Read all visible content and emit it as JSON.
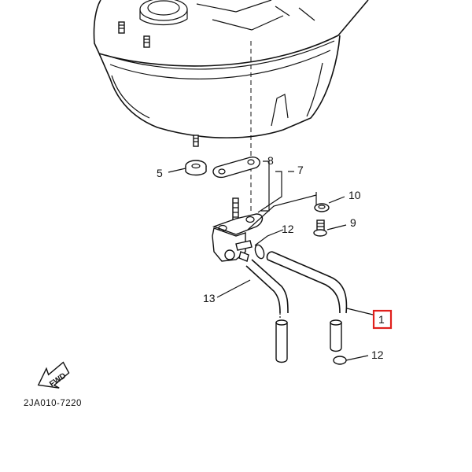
{
  "callouts": {
    "c1": "1",
    "c5": "5",
    "c7": "7",
    "c8": "8",
    "c9": "9",
    "c10": "10",
    "c12a": "12",
    "c12b": "12",
    "c13": "13"
  },
  "fwd_label": "FWD",
  "drawing_code": "2JA010-7220",
  "highlight_color": "#e0201c"
}
